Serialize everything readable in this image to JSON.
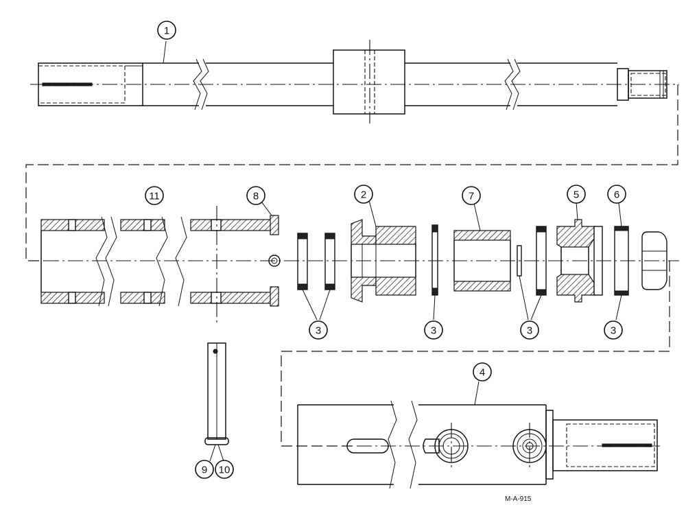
{
  "callouts": {
    "c1": "1",
    "c2": "2",
    "c3a": "3",
    "c3b": "3",
    "c3c": "3",
    "c3d": "3",
    "c4": "4",
    "c5": "5",
    "c6": "6",
    "c7": "7",
    "c8": "8",
    "c9": "9",
    "c10": "10",
    "c11": "11"
  },
  "drawing_code": "M-A-915"
}
